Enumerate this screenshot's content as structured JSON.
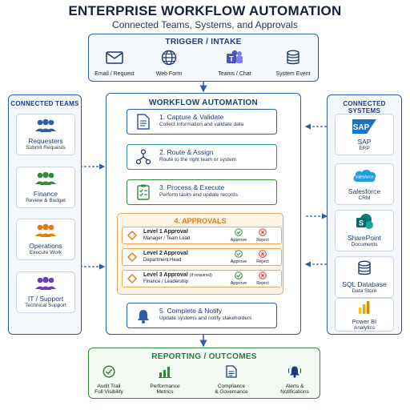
{
  "header": {
    "title": "ENTERPRISE WORKFLOW AUTOMATION",
    "subtitle": "Connected Teams, Systems, and Approvals"
  },
  "trigger": {
    "title": "TRIGGER / INTAKE",
    "items": [
      {
        "label": "Email / Request",
        "icon": "envelope-icon"
      },
      {
        "label": "Web Form",
        "icon": "globe-icon"
      },
      {
        "label": "Teams / Chat",
        "icon": "teams-icon"
      },
      {
        "label": "System Event",
        "icon": "database-icon"
      }
    ]
  },
  "teams": {
    "title": "CONNECTED TEAMS",
    "items": [
      {
        "name": "Requesters",
        "sub": "Submit Requests",
        "color": "#2d5fa8"
      },
      {
        "name": "Finance",
        "sub": "Review & Budget",
        "color": "#2e8b3a"
      },
      {
        "name": "Operations",
        "sub": "Execute Work",
        "color": "#e07b12"
      },
      {
        "name": "IT / Support",
        "sub": "Technical Support",
        "color": "#6a3fb5"
      }
    ]
  },
  "workflow": {
    "title": "WORKFLOW AUTOMATION",
    "steps": [
      {
        "title": "1. Capture & Validate",
        "desc": "Collect information and validate data",
        "color": "#2d5fa8"
      },
      {
        "title": "2. Route & Assign",
        "desc": "Route to the right team or system",
        "color": "#2a8a9a"
      },
      {
        "title": "3. Process & Execute",
        "desc": "Perform tasks and update records",
        "color": "#2e8b3a"
      },
      {
        "title": "5. Complete & Notify",
        "desc": "Update systems and notify stakeholders",
        "color": "#2d5fa8"
      }
    ]
  },
  "approvals": {
    "title": "4. APPROVALS",
    "levels": [
      {
        "title": "Level 1 Approval",
        "note": "",
        "desc": "Manager / Team Lead"
      },
      {
        "title": "Level 2 Approval",
        "note": "",
        "desc": "Department Head"
      },
      {
        "title": "Level 3 Approval",
        "note": "(if required)",
        "desc": "Finance / Leadership"
      }
    ],
    "approve": "Approve",
    "reject": "Reject"
  },
  "systems": {
    "title": "CONNECTED SYSTEMS",
    "items": [
      {
        "name": "SAP",
        "sub": "ERP",
        "logo": "SAP"
      },
      {
        "name": "Salesforce",
        "sub": "CRM",
        "logo": "salesforce"
      },
      {
        "name": "SharePoint",
        "sub": "Documents",
        "logo": "S"
      },
      {
        "name": "SQL Database",
        "sub": "Data Store",
        "logo": ""
      },
      {
        "name": "Power BI",
        "sub": "Analytics",
        "logo": ""
      }
    ]
  },
  "outcomes": {
    "title": "REPORTING / OUTCOMES",
    "items": [
      {
        "l1": "Audit Trail",
        "l2": "Full Visibility"
      },
      {
        "l1": "Performance",
        "l2": "Metrics"
      },
      {
        "l1": "Compliance",
        "l2": "& Governance"
      },
      {
        "l1": "Alerts &",
        "l2": "Notifications"
      }
    ]
  },
  "colors": {
    "blue": "#2d5fa8",
    "green": "#2e8b3a",
    "orange": "#e07b12",
    "red": "#d13b3b"
  }
}
